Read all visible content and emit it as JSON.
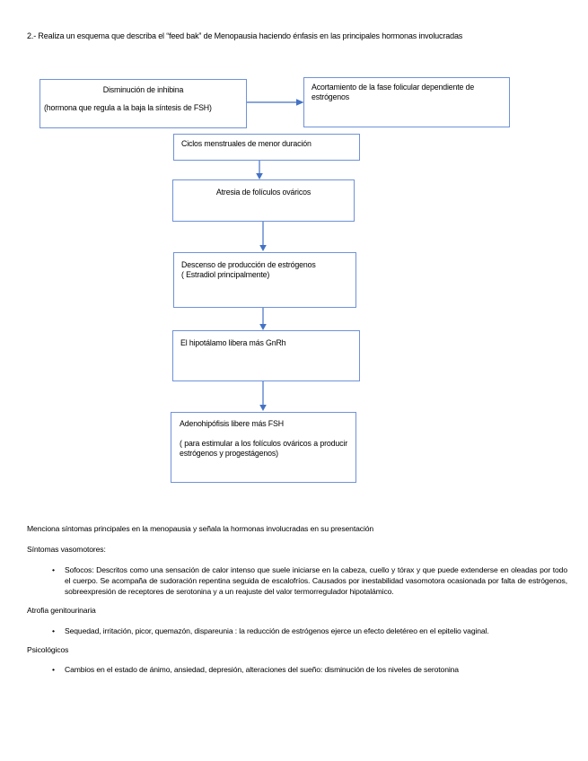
{
  "title": "2.- Realiza un esquema que describa el “feed bak” de Menopausia haciendo énfasis en las principales hormonas involucradas",
  "flowchart": {
    "inhibina": {
      "line1": "Disminución de inhibina",
      "line2": "(hormona que regula a la baja la síntesis de FSH)"
    },
    "fase_folicular": {
      "text": "Acortamiento de la fase folicular dependiente de estrógenos"
    },
    "ciclos": {
      "text": "Ciclos menstruales de menor duración"
    },
    "atresia": {
      "text": "Atresia de folículos ováricos"
    },
    "descenso": {
      "line1": "Descenso de producción de estrógenos",
      "line2": "( Estradiol principalmente)"
    },
    "gnrh": {
      "text": "El hipotálamo libera más GnRh"
    },
    "fsh": {
      "line1": "Adenohipófisis libere más FSH",
      "line2": "( para estimular a los folículos ováricos a producir estrógenos y progestágenos)"
    }
  },
  "body": {
    "intro": "Menciona síntomas principales en la menopausia y señala la hormonas involucradas en su presentación",
    "sections": [
      {
        "heading": "Síntomas vasomotores:",
        "bullets": [
          "Sofocos: Descritos como una sensación de calor intenso que suele iniciarse en la cabeza, cuello y tórax y que puede extenderse en oleadas por todo el cuerpo. Se acompaña de sudoración repentina seguida de escalofríos. Causados por inestabilidad vasomotora ocasionada por falta de estrógenos, sobreexpresión de receptores de serotonina y a un reajuste del valor termorregulador hipotalámico."
        ]
      },
      {
        "heading": "Atrofia genitourinaria",
        "bullets": [
          "Sequedad, irritación, picor, quemazón, dispareunia : la reducción de estrógenos ejerce un efecto deletéreo en el epitelio vaginal."
        ]
      },
      {
        "heading": "Psicológicos",
        "bullets": [
          "Cambios en el estado de ánimo, ansiedad, depresión, alteraciones del sueño: disminución de los niveles de serotonina"
        ]
      }
    ]
  },
  "colors": {
    "box_border": "#6f92d8",
    "arrow": "#4472c4",
    "text": "#000000",
    "background": "#ffffff"
  }
}
